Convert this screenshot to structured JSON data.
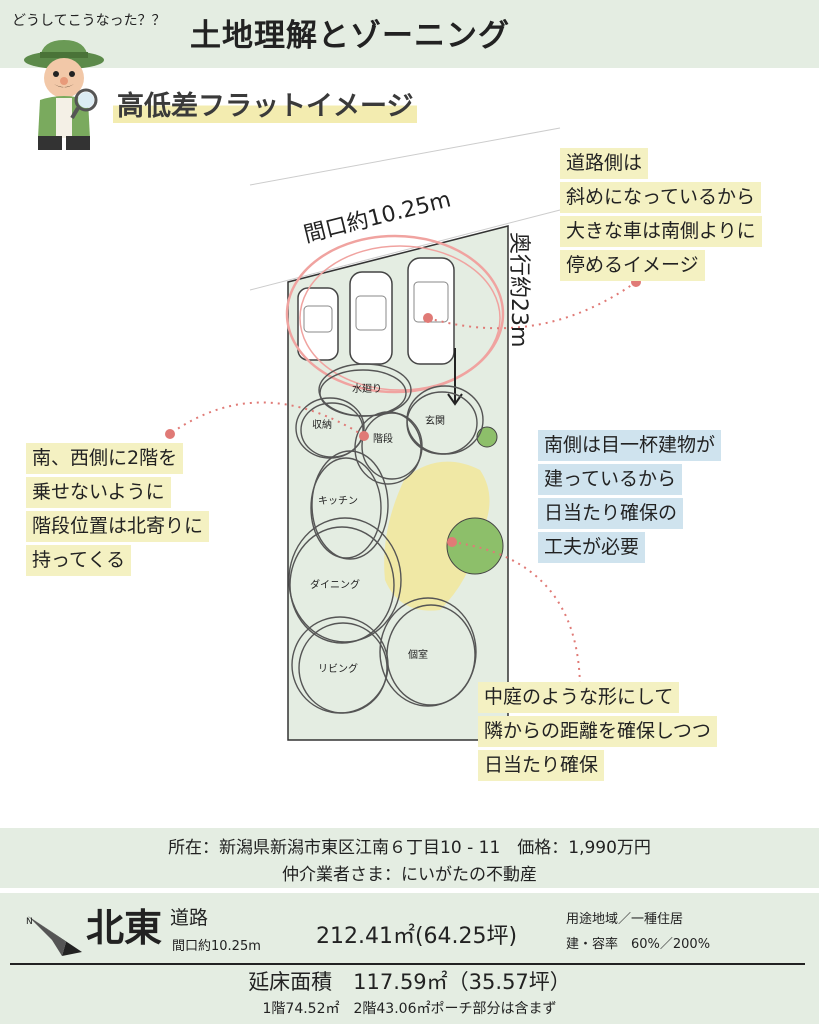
{
  "header": {
    "question": "どうしてこうなった？？",
    "title": "土地理解とゾーニング"
  },
  "section": {
    "subtitle": "高低差フラットイメージ"
  },
  "plan": {
    "frontage_label": "間口約10.25m",
    "depth_label": "奥行約23m",
    "rooms": {
      "water": "水廻り",
      "storage": "収納",
      "stairs": "階段",
      "entrance": "玄関",
      "kitchen": "キッチン",
      "dining": "ダイニング",
      "living": "リビング",
      "private_room": "個室"
    }
  },
  "notes": {
    "road_side": [
      "道路側は",
      "斜めになっているから",
      "大きな車は南側よりに",
      "停めるイメージ"
    ],
    "stairs": [
      "南、西側に2階を",
      "乗せないように",
      "階段位置は北寄りに",
      "持ってくる"
    ],
    "south": [
      "南側は目一杯建物が",
      "建っているから",
      "日当たり確保の",
      "工夫が必要"
    ],
    "courtyard": [
      "中庭のような形にして",
      "隣からの距離を確保しつつ",
      "日当たり確保"
    ]
  },
  "info": {
    "location_line": "所在：新潟県新潟市東区江南６丁目10 - 11　価格：1,990万円",
    "agent_line": "仲介業者さま：にいがたの不動産",
    "direction": "北東",
    "road": "道路",
    "frontage": "間口約10.25m",
    "area": "212.41㎡(64.25坪)",
    "zoning": "用途地域／一種住居",
    "ratio": "建・容率　60%／200%",
    "floor_area": "延床面積　117.59㎡（35.57坪）",
    "floor_breakdown": "1階74.52㎡　2階43.06㎡ポーチ部分は含まず"
  },
  "colors": {
    "band": "#e4ede2",
    "note_yellow": "#f4f1c2",
    "note_blue": "#cfe3ee",
    "dotted_line": "#e07a76",
    "red_circle": "#f0a3a0",
    "sun_yellow": "#f2e69a",
    "tree_green": "#8dbf6a"
  }
}
